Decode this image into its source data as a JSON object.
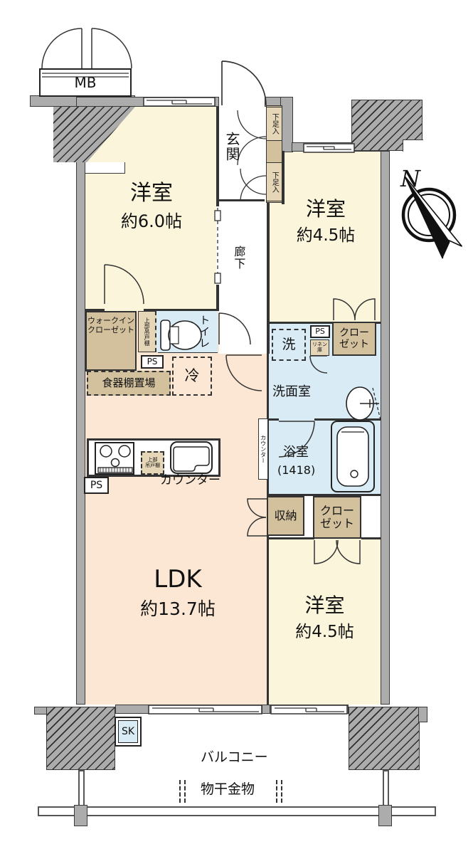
{
  "labels": {
    "mb": "MB",
    "genkan": "玄関",
    "shoe_top": "下足入",
    "shoe_bottom": "下足入",
    "room1_name": "洋室",
    "room1_size": "約6.0帖",
    "room2_name": "洋室",
    "room2_size": "約4.5帖",
    "corridor": "廊下",
    "wic_line1": "ウォークイン",
    "wic_line2": "クローゼット",
    "toilet": "トイレ",
    "toilet_shelf": "上部吊戸棚",
    "ps1": "PS",
    "ps2": "PS",
    "ps3": "PS",
    "fridge": "冷",
    "cupboard": "食器棚置場",
    "wash": "洗",
    "linen_line1": "リネン",
    "linen_line2": "庫",
    "closet1_line1": "クロー",
    "closet1_line2": "ゼット",
    "washroom": "洗面室",
    "bath_name": "浴室",
    "bath_size": "(1418)",
    "counter_side": "カウンター",
    "storage": "収納",
    "closet2_line1": "クロー",
    "closet2_line2": "ゼット",
    "ldk_name": "LDK",
    "ldk_size": "約13.7帖",
    "room3_name": "洋室",
    "room3_size": "約4.5帖",
    "kitchen_counter": "カウンター",
    "kitchen_shelf_line1": "上部",
    "kitchen_shelf_line2": "吊戸棚",
    "sk": "SK",
    "balcony": "バルコニー",
    "laundry": "物干金物",
    "compass_n": "N"
  },
  "colors": {
    "wall_gray": "#acacac",
    "room_cream": "#fbf5dc",
    "ldk_peach": "#fbe7d3",
    "wet_blue": "#d9ebf5",
    "closet_tan": "#d3c19e",
    "shoe_tan": "#e6d6b8",
    "line": "#333333"
  }
}
